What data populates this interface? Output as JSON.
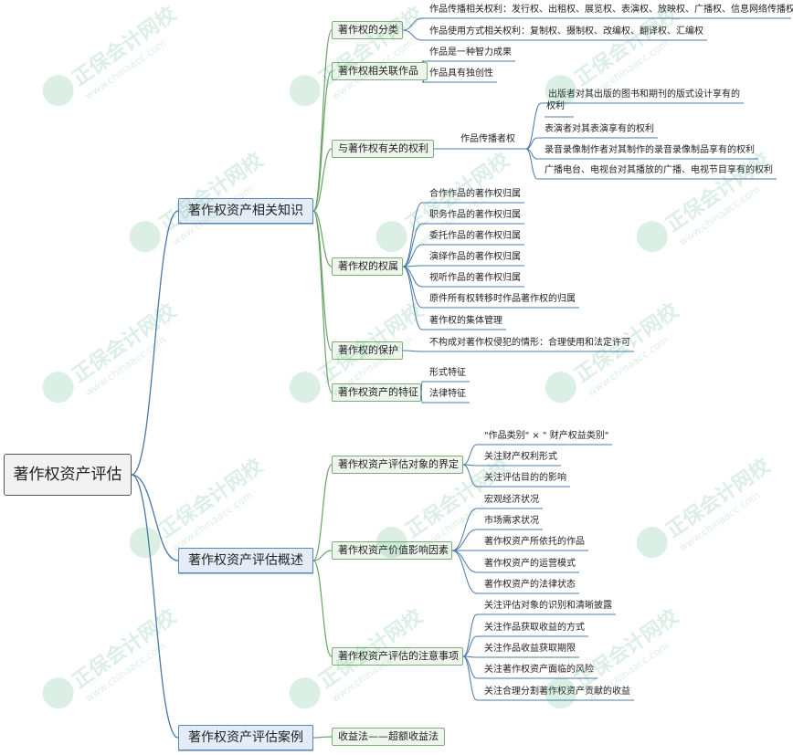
{
  "root": "著作权资产评估",
  "branches": [
    {
      "label": "著作权资产相关知识",
      "children": [
        {
          "label": "著作权的分类",
          "leaves": [
            "作品传播相关权利：发行权、出租权、展览权、表演权、放映权、广播权、信息网络传播权",
            "作品使用方式相关权利：复制权、摄制权、改编权、翻译权、汇编权"
          ]
        },
        {
          "label": "著作权相关联作品",
          "leaves": [
            "作品是一种智力成果",
            "作品具有独创性"
          ]
        },
        {
          "label": "与著作权有关的权利",
          "sub": "作品传播者权",
          "leaves": [
            "出版者对其出版的图书和期刊的版式设计享有的",
            "权利",
            "表演者对其表演享有的权利",
            "录音录像制作者对其制作的录音录像制品享有的权利",
            "广播电台、电视台对其播放的广播、电视节目享有的权利"
          ]
        },
        {
          "label": "著作权的权属",
          "leaves": [
            "合作作品的著作权归属",
            "职务作品的著作权归属",
            "委托作品的著作权归属",
            "演绎作品的著作权归属",
            "视听作品的著作权归属",
            "原件所有权转移时作品著作权的归属",
            "著作权的集体管理"
          ]
        },
        {
          "label": "著作权的保护",
          "leaves": [
            "不构成对著作权侵犯的情形：合理使用和法定许可"
          ]
        },
        {
          "label": "著作权资产的特征",
          "leaves": [
            "形式特征",
            "法律特征"
          ]
        }
      ]
    },
    {
      "label": "著作权资产评估概述",
      "children": [
        {
          "label": "著作权资产评估对象的界定",
          "leaves": [
            "\"作品类别\" × \" 财产权益类别\"",
            "关注财产权利形式",
            "关注评估目的的影响"
          ]
        },
        {
          "label": "著作权资产价值影响因素",
          "leaves": [
            "宏观经济状况",
            "市场需求状况",
            "著作权资产所依托的作品",
            "著作权资产的运营模式",
            "著作权资产的法律状态"
          ]
        },
        {
          "label": "著作权资产评估的注意事项",
          "leaves": [
            "关注评估对象的识别和清晰披露",
            "关注作品获取收益的方式",
            "关注作品收益获取期限",
            "关注著作权资产面临的风险",
            "关注合理分割著作权资产贡献的收益"
          ]
        }
      ]
    },
    {
      "label": "著作权资产评估案例",
      "children": [
        {
          "label": "收益法——超额收益法",
          "leaves": []
        }
      ]
    }
  ],
  "watermark": {
    "brand": "正保会计网校",
    "site": "www.chinaacc.com"
  }
}
